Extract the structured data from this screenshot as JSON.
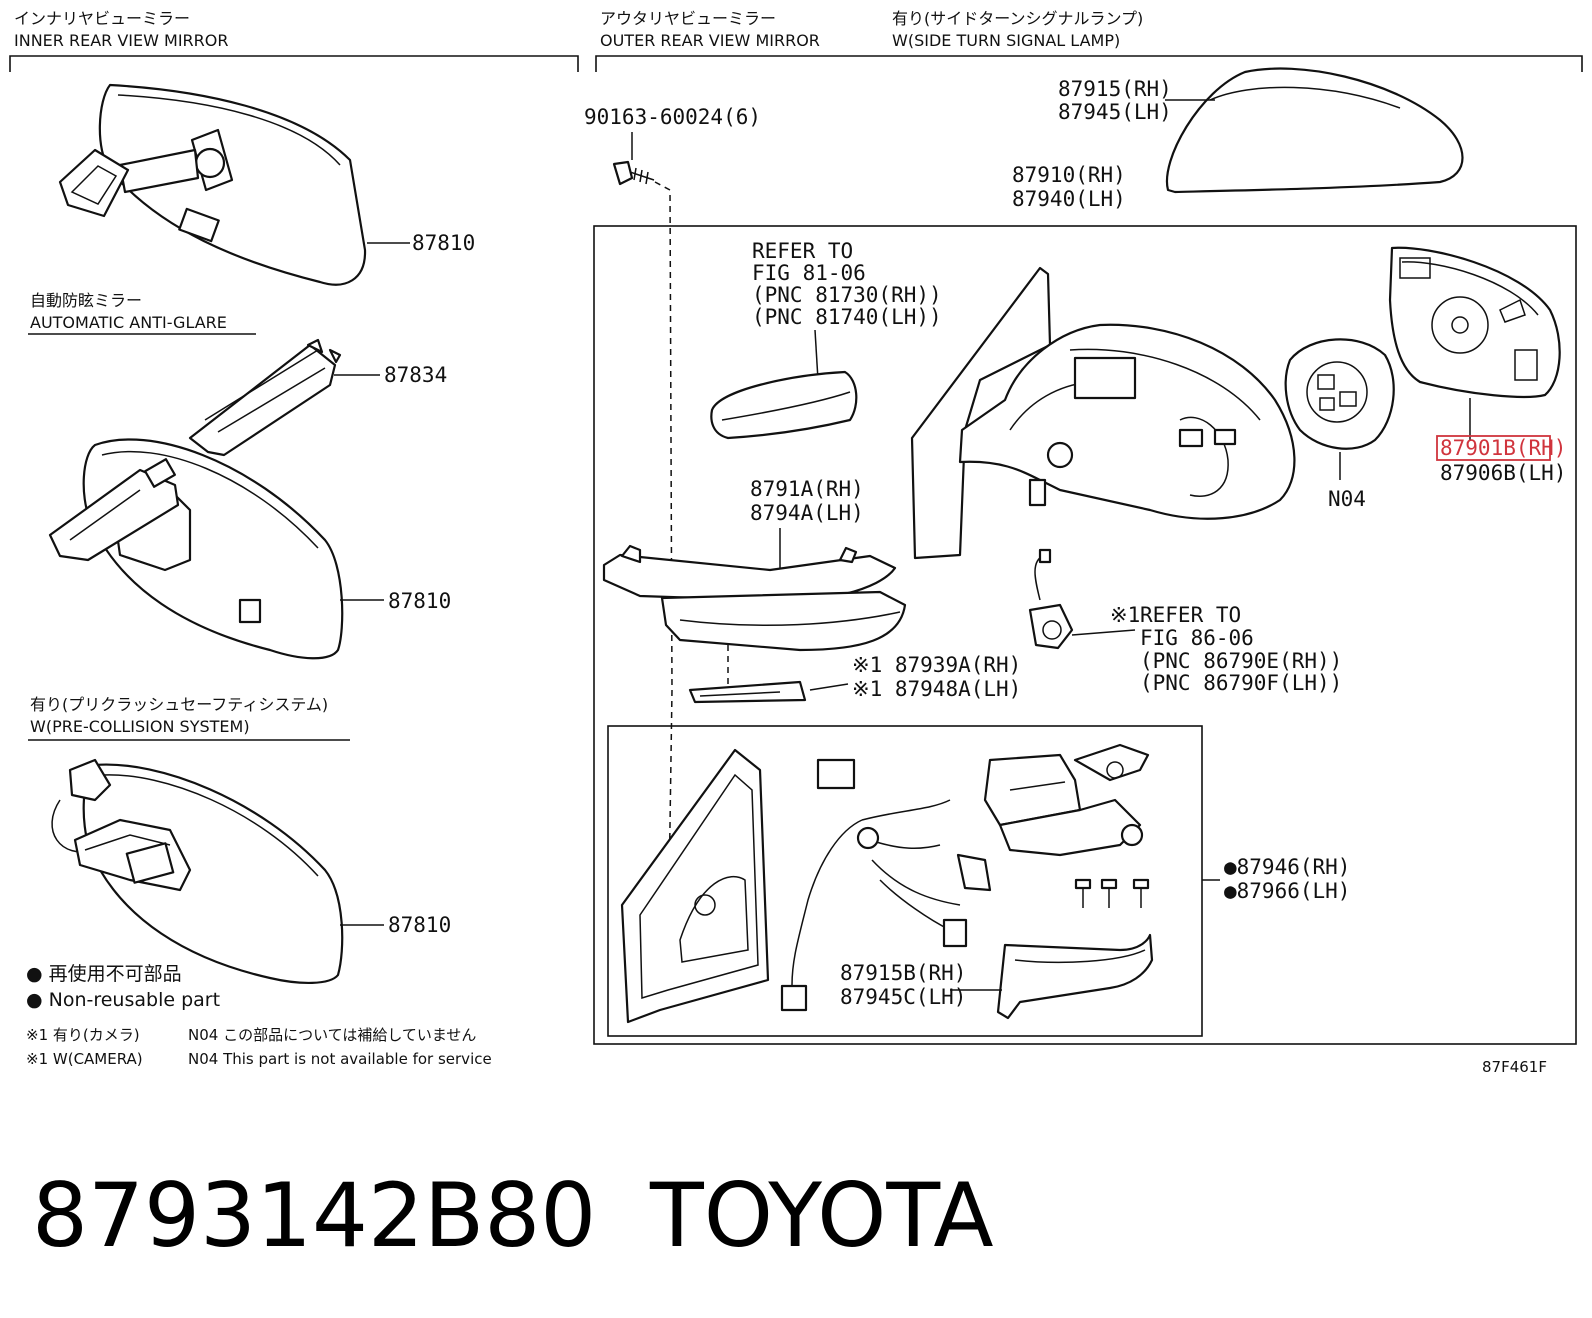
{
  "headers": {
    "inner_jp": "インナリヤビューミラー",
    "inner_en": "INNER REAR VIEW MIRROR",
    "outer_jp": "アウタリヤビューミラー",
    "outer_en": "OUTER REAR VIEW MIRROR",
    "signal_jp": "有り(サイドターンシグナルランプ)",
    "signal_en": "W(SIDE TURN SIGNAL LAMP)",
    "antiglare_jp": "自動防眩ミラー",
    "antiglare_en": "AUTOMATIC ANTI-GLARE",
    "precollision_jp": "有り(プリクラッシュセーフティシステム)",
    "precollision_en": "W(PRE-COLLISION SYSTEM)"
  },
  "callouts": {
    "inner_mirror_1": "87810",
    "bracket_87834": "87834",
    "inner_mirror_2": "87810",
    "inner_mirror_3": "87810",
    "screw": "90163-60024(6)",
    "cover_rh": "87915(RH)",
    "cover_lh": "87945(LH)",
    "mirror_assy_rh": "87910(RH)",
    "mirror_assy_lh": "87940(LH)",
    "refer1_line1": "REFER TO",
    "refer1_line2": "FIG 81-06",
    "refer1_line3": "(PNC 81730(RH))",
    "refer1_line4": "(PNC 81740(LH))",
    "visor_rh": "8791A(RH)",
    "visor_lh": "8794A(LH)",
    "cam_rh": "※1 87939A(RH)",
    "cam_lh": "※1 87948A(LH)",
    "refer2_prefix": "※1",
    "refer2_line1": "REFER TO",
    "refer2_line2": "FIG 86-06",
    "refer2_line3": "(PNC 86790E(RH))",
    "refer2_line4": "(PNC 86790F(LH))",
    "n04": "N04",
    "glass_rh": "87901B(RH)",
    "glass_lh": "87906B(LH)",
    "kit_rh": "●87946(RH)",
    "kit_lh": "●87966(LH)",
    "lower_cover_rh": "87915B(RH)",
    "lower_cover_lh": "87945C(LH)"
  },
  "legend": {
    "nonreusable_jp": "●  再使用不可部品",
    "nonreusable_en": "●  Non-reusable part",
    "camera_jp": "※1 有り(カメラ)",
    "camera_en": "※1 W(CAMERA)",
    "n04_jp": "N04 この部品については補給していません",
    "n04_en": "N04 This part is not available for service"
  },
  "figure_code": "87F461F",
  "part_number": "8793142B80",
  "brand": "TOYOTA",
  "colors": {
    "highlight": "#d0343d"
  }
}
